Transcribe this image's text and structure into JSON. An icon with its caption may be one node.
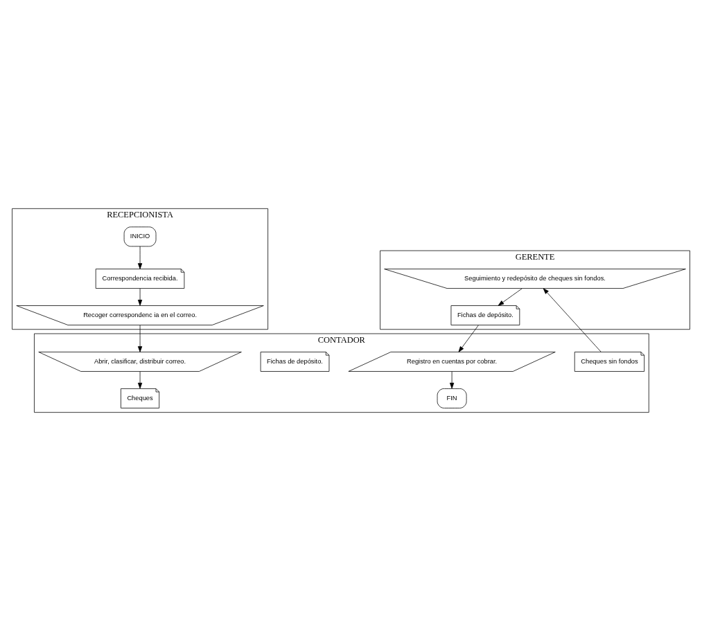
{
  "diagram": {
    "nodes": [
      {
        "text": [
          "RECEPCIONISTA"
        ]
      },
      {
        "text": [
          "CONTADOR"
        ]
      },
      {
        "text": [
          "GERENTE"
        ]
      },
      {
        "text": [
          "INICIO"
        ],
        "in": 0
      },
      {
        "text": [
          "Correspondencia recibida."
        ],
        "in": 0
      },
      {
        "text": [
          "Recoger correspondenc ia en el correo."
        ],
        "in": 0
      },
      {
        "text": [
          "Abrir, clasificar, distribuir correo."
        ],
        "in": 1
      },
      {
        "text": [
          "Cheques"
        ],
        "in": 1
      },
      {
        "text": [
          "Cheques sin fondos"
        ],
        "in": 1
      },
      {
        "text": [
          "Fichas de depósito."
        ],
        "in": 1
      },
      {
        "text": [
          "Seguimiento y redepósito de cheques sin fondos."
        ],
        "in": 2
      },
      {
        "text": [
          "Fichas de depósito."
        ],
        "in": 2
      },
      {
        "text": [
          "Registro en cuentas por cobrar."
        ],
        "in": 1
      },
      {
        "text": [
          "FIN"
        ],
        "in": 1
      }
    ],
    "edges": [
      {
        "from": 3,
        "to": 4,
        "arrow": "to"
      },
      {
        "from": 4,
        "to": 5,
        "arrow": "to"
      },
      {
        "from": 5,
        "to": 6,
        "arrow": "to"
      },
      {
        "from": 6,
        "to": 7,
        "arrow": "to"
      },
      {
        "from": 8,
        "to": 10,
        "arrow": "to"
      },
      {
        "from": 10,
        "to": 11,
        "arrow": "to"
      },
      {
        "from": 11,
        "to": 12,
        "arrow": "to"
      },
      {
        "from": 12,
        "to": 13,
        "arrow": "to"
      }
    ]
  }
}
